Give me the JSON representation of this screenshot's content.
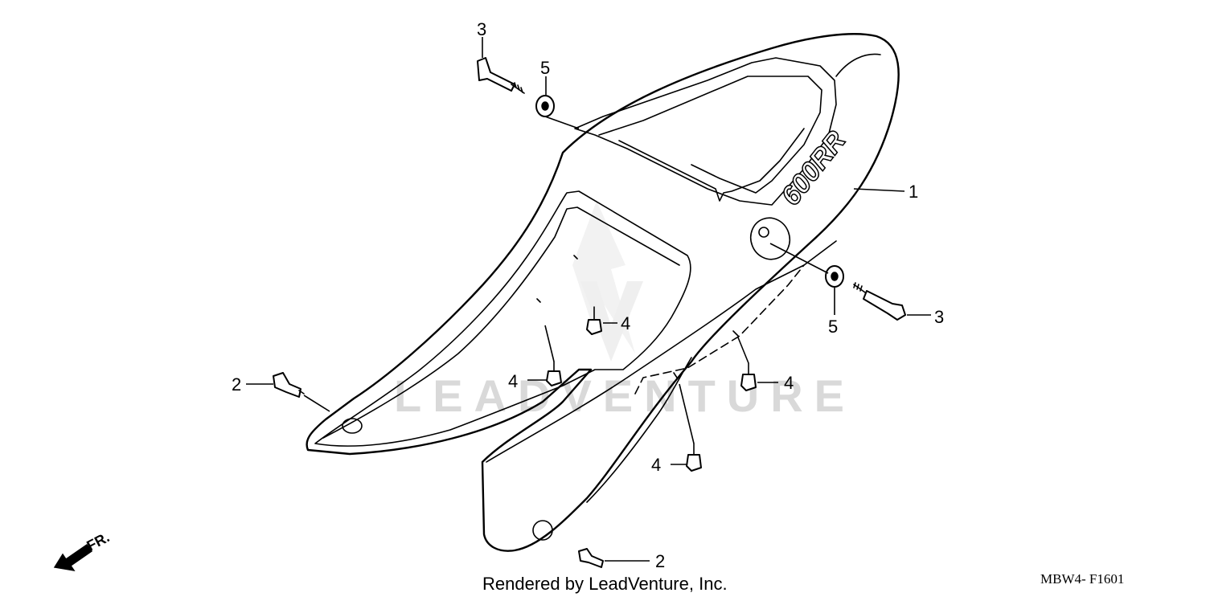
{
  "watermark": {
    "text": "LEADVENTURE"
  },
  "model_badge": "600RR",
  "callouts": [
    {
      "id": "c3a",
      "label": "3"
    },
    {
      "id": "c5a",
      "label": "5"
    },
    {
      "id": "c1",
      "label": "1"
    },
    {
      "id": "c5b",
      "label": "5"
    },
    {
      "id": "c3b",
      "label": "3"
    },
    {
      "id": "c4a",
      "label": "4"
    },
    {
      "id": "c4b",
      "label": "4"
    },
    {
      "id": "c4c",
      "label": "4"
    },
    {
      "id": "c4d",
      "label": "4"
    },
    {
      "id": "c2a",
      "label": "2"
    },
    {
      "id": "c2b",
      "label": "2"
    }
  ],
  "front_indicator": "FR.",
  "footer": "Rendered by LeadVenture, Inc.",
  "drawing_code": "MBW4- F1601"
}
